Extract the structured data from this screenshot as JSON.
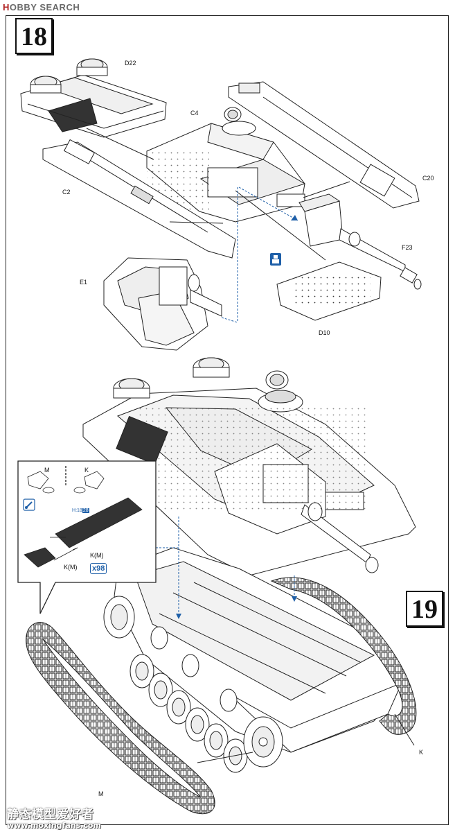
{
  "watermark": {
    "brand_red": "H",
    "brand_rest": "OBBY SEARCH",
    "cn": "静态模型爱好者",
    "url": "www.moxingfans.com"
  },
  "steps": {
    "step18": "18",
    "step19": "19"
  },
  "parts": {
    "d22": "D22",
    "c4": "C4",
    "c2": "C2",
    "c20": "C20",
    "f23": "F23",
    "e1": "E1",
    "d10": "D10",
    "k_right": "K",
    "m_bottom": "M"
  },
  "inset": {
    "m_label": "M",
    "k_label": "K",
    "h_ref_prefix": "H",
    "h_ref_a": "18",
    "h_ref_b": "28",
    "km_upper": "K(M)",
    "km_lower": "K(M)",
    "count": "x98"
  },
  "icons": [
    "glue-icon",
    "cement-icon",
    "brush-icon"
  ],
  "colors": {
    "accent_blue": "#1e5fa8",
    "line": "#222222"
  }
}
